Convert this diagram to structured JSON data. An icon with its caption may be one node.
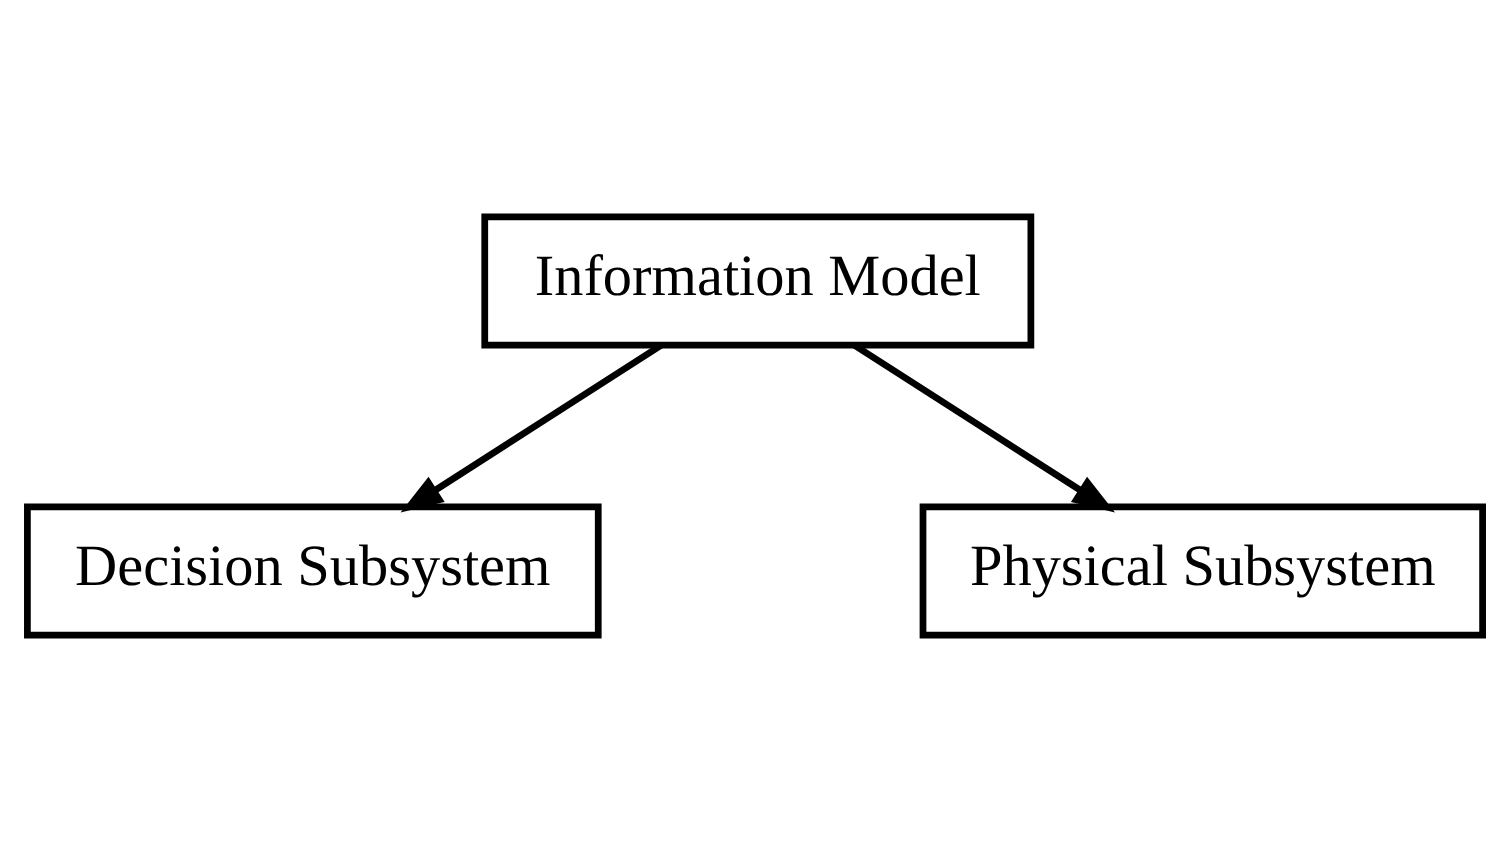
{
  "diagram": {
    "nodes": [
      {
        "text": [
          "Information Model"
        ]
      },
      {
        "text": [
          "Decision Subsystem"
        ]
      },
      {
        "text": [
          "Physical Subsystem"
        ]
      }
    ],
    "edges": [
      {
        "from": 0,
        "to": 1,
        "arrow": "to"
      },
      {
        "from": 0,
        "to": 2,
        "arrow": "to"
      }
    ]
  }
}
